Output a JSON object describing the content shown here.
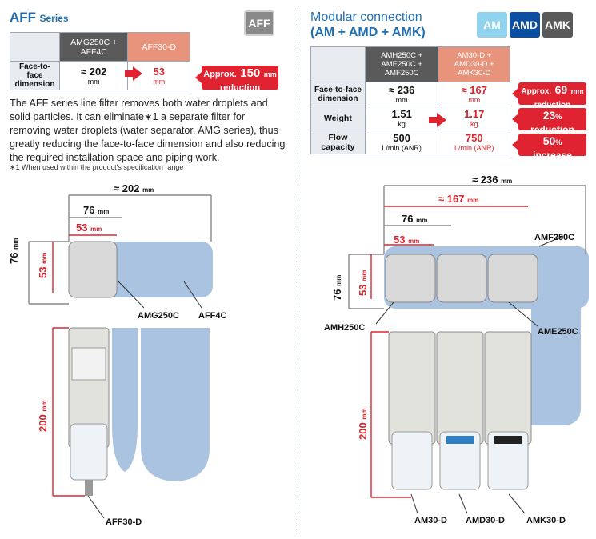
{
  "left": {
    "title_main": "AFF",
    "title_sub": "Series",
    "badge": "AFF",
    "table": {
      "col1": "AMG250C +\nAFF4C",
      "col2": "AFF30-D",
      "row_label": "Face-to-face\ndimension",
      "v1": "≈ 202",
      "v1_unit": "mm",
      "v2": "53",
      "v2_unit": "mm",
      "tag_prefix": "Approx.",
      "tag_value": "150",
      "tag_unit": "mm",
      "tag_suffix": "reduction"
    },
    "para": "The AFF series line filter removes both water droplets and solid particles. It can eliminate∗1 a separate filter for removing water droplets (water separator, AMG series), thus greatly reducing the face-to-face dimension and also reducing the required installation space and piping work.",
    "footnote": "∗1  When used within the product's specification range",
    "dims": {
      "d202": "≈ 202",
      "d76w": "76",
      "d53w": "53",
      "d76h": "76",
      "d53h": "53",
      "d200": "200",
      "unit": "mm"
    },
    "labels": {
      "amg": "AMG250C",
      "aff4c": "AFF4C",
      "aff30": "AFF30-D"
    }
  },
  "right": {
    "title_line1": "Modular connection",
    "title_line2": "(AM + AMD + AMK)",
    "badges": [
      "AM",
      "AMD",
      "AMK"
    ],
    "badge_colors": [
      "#8fd3ee",
      "#0b4fa3",
      "#5a5a5a"
    ],
    "table": {
      "col1": "AMH250C +\nAME250C +\nAMF250C",
      "col2": "AM30-D +\nAMD30-D +\nAMK30-D",
      "rows": [
        {
          "label": "Face-to-face\ndimension",
          "v1": "≈ 236",
          "u1": "mm",
          "v2": "≈ 167",
          "u2": "mm",
          "tag_prefix": "Approx.",
          "tag_value": "69",
          "tag_unit": "mm",
          "tag_suffix": "reduction"
        },
        {
          "label": "Weight",
          "v1": "1.51",
          "u1": "kg",
          "v2": "1.17",
          "u2": "kg",
          "tag_prefix": "",
          "tag_value": "23",
          "tag_unit": "%",
          "tag_suffix": "reduction"
        },
        {
          "label": "Flow\ncapacity",
          "v1": "500",
          "u1": "L/min (ANR)",
          "v2": "750",
          "u2": "L/min (ANR)",
          "tag_prefix": "",
          "tag_value": "50",
          "tag_unit": "%",
          "tag_suffix": "increase"
        }
      ]
    },
    "dims": {
      "d236": "≈ 236",
      "d167": "≈ 167",
      "d76w": "76",
      "d53w": "53",
      "d76h": "76",
      "d53h": "53",
      "d200": "200",
      "unit": "mm"
    },
    "labels": {
      "amf": "AMF250C",
      "amh": "AMH250C",
      "ame": "AME250C",
      "am30": "AM30-D",
      "amd30": "AMD30-D",
      "amk30": "AMK30-D"
    }
  },
  "colors": {
    "accent_blue": "#1f6fb2",
    "red": "#e02330",
    "orange": "#e8937b",
    "bg_blue": "#a9c3e0"
  }
}
